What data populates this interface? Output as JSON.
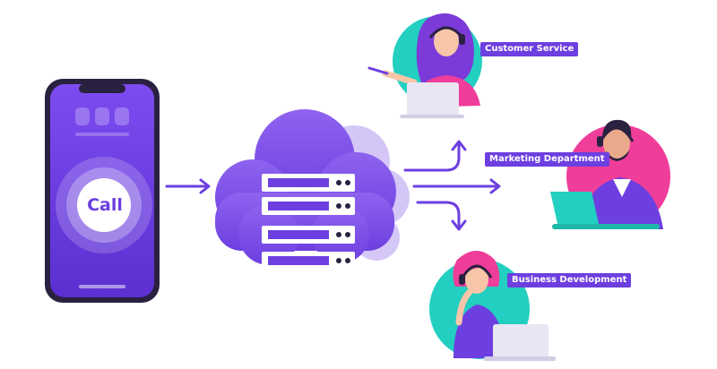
{
  "phone": {
    "call_label": "Call"
  },
  "departments": [
    {
      "label": "Customer Service"
    },
    {
      "label": "Marketing Department"
    },
    {
      "label": "Business Development"
    }
  ],
  "colors": {
    "primary": "#6d3fe0",
    "teal": "#23cfc0",
    "pink": "#ef3d9a",
    "cloud": "#7a52e4"
  }
}
